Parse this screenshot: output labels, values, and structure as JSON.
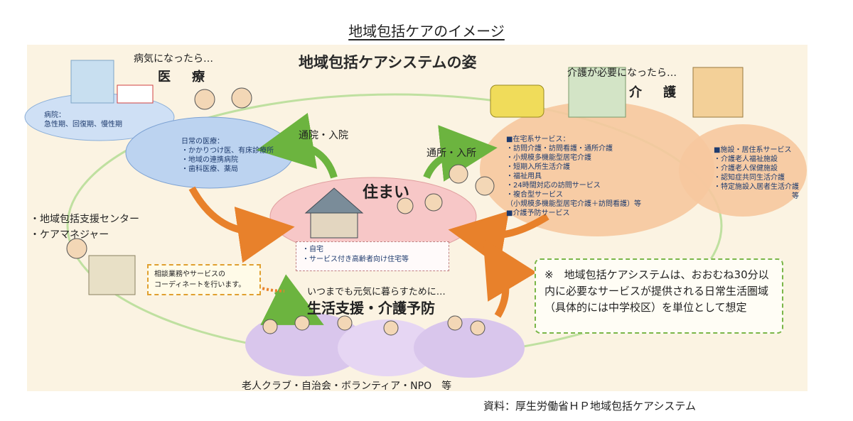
{
  "page_title": "地域包括ケアのイメージ",
  "system_title": "地域包括ケアシステムの姿",
  "medical": {
    "trigger": "病気になったら…",
    "heading": "医　療",
    "hospitals": [
      "病院：",
      "急性期、回復期、慢性期"
    ],
    "daily": [
      "日常の医療：",
      "・かかりつけ医、有床診療所",
      "・地域の連携病院",
      "・歯科医療、薬局"
    ]
  },
  "care": {
    "trigger": "介護が必要になったら…",
    "heading": "介　護",
    "home_services": [
      "■在宅系サービス：",
      "・訪問介護・訪問看護・通所介護",
      "・小規模多機能型居宅介護",
      "・短期入所生活介護",
      "・福祉用具",
      "・24時間対応の訪問サービス",
      "・複合型サービス",
      "（小規模多機能型居宅介護＋訪問看護）等",
      "■介護予防サービス"
    ],
    "facility_services": [
      "■施設・居住系サービス",
      "・介護老人福祉施設",
      "・介護老人保健施設",
      "・認知症共同生活介護",
      "・特定施設入居者生活介護",
      "等"
    ]
  },
  "arrows": {
    "hospital": "通院・入院",
    "dayservice": "通所・入所"
  },
  "home": {
    "label": "住まい",
    "items": [
      "・自宅",
      "・サービス付き高齢者向け住宅等"
    ]
  },
  "center": {
    "lines": [
      "・地域包括支援センター",
      "・ケアマネジャー"
    ],
    "coordinate": "相談業務やサービスの\nコーディネートを行います。"
  },
  "prevention": {
    "caption": "いつまでも元気に暮らすために…",
    "heading": "生活支援・介護予防"
  },
  "bottom_label": "老人クラブ・自治会・ボランティア・NPO　等",
  "note": "※　地域包括ケアシステムは、おおむね30分以内に必要なサービスが提供される日常生活圏域（具体的には中学校区）を単位として想定",
  "source": "資料：厚生労働省ＨＰ地域包括ケアシステム",
  "colors": {
    "panel": "#fbf3e2",
    "medical": "#bcd3f0",
    "care": "#f6c89e",
    "home": "#f7c7c7",
    "prevention": "#d9c6ec",
    "green_arrow": "#6cb43f",
    "orange_arrow": "#e8812b"
  }
}
